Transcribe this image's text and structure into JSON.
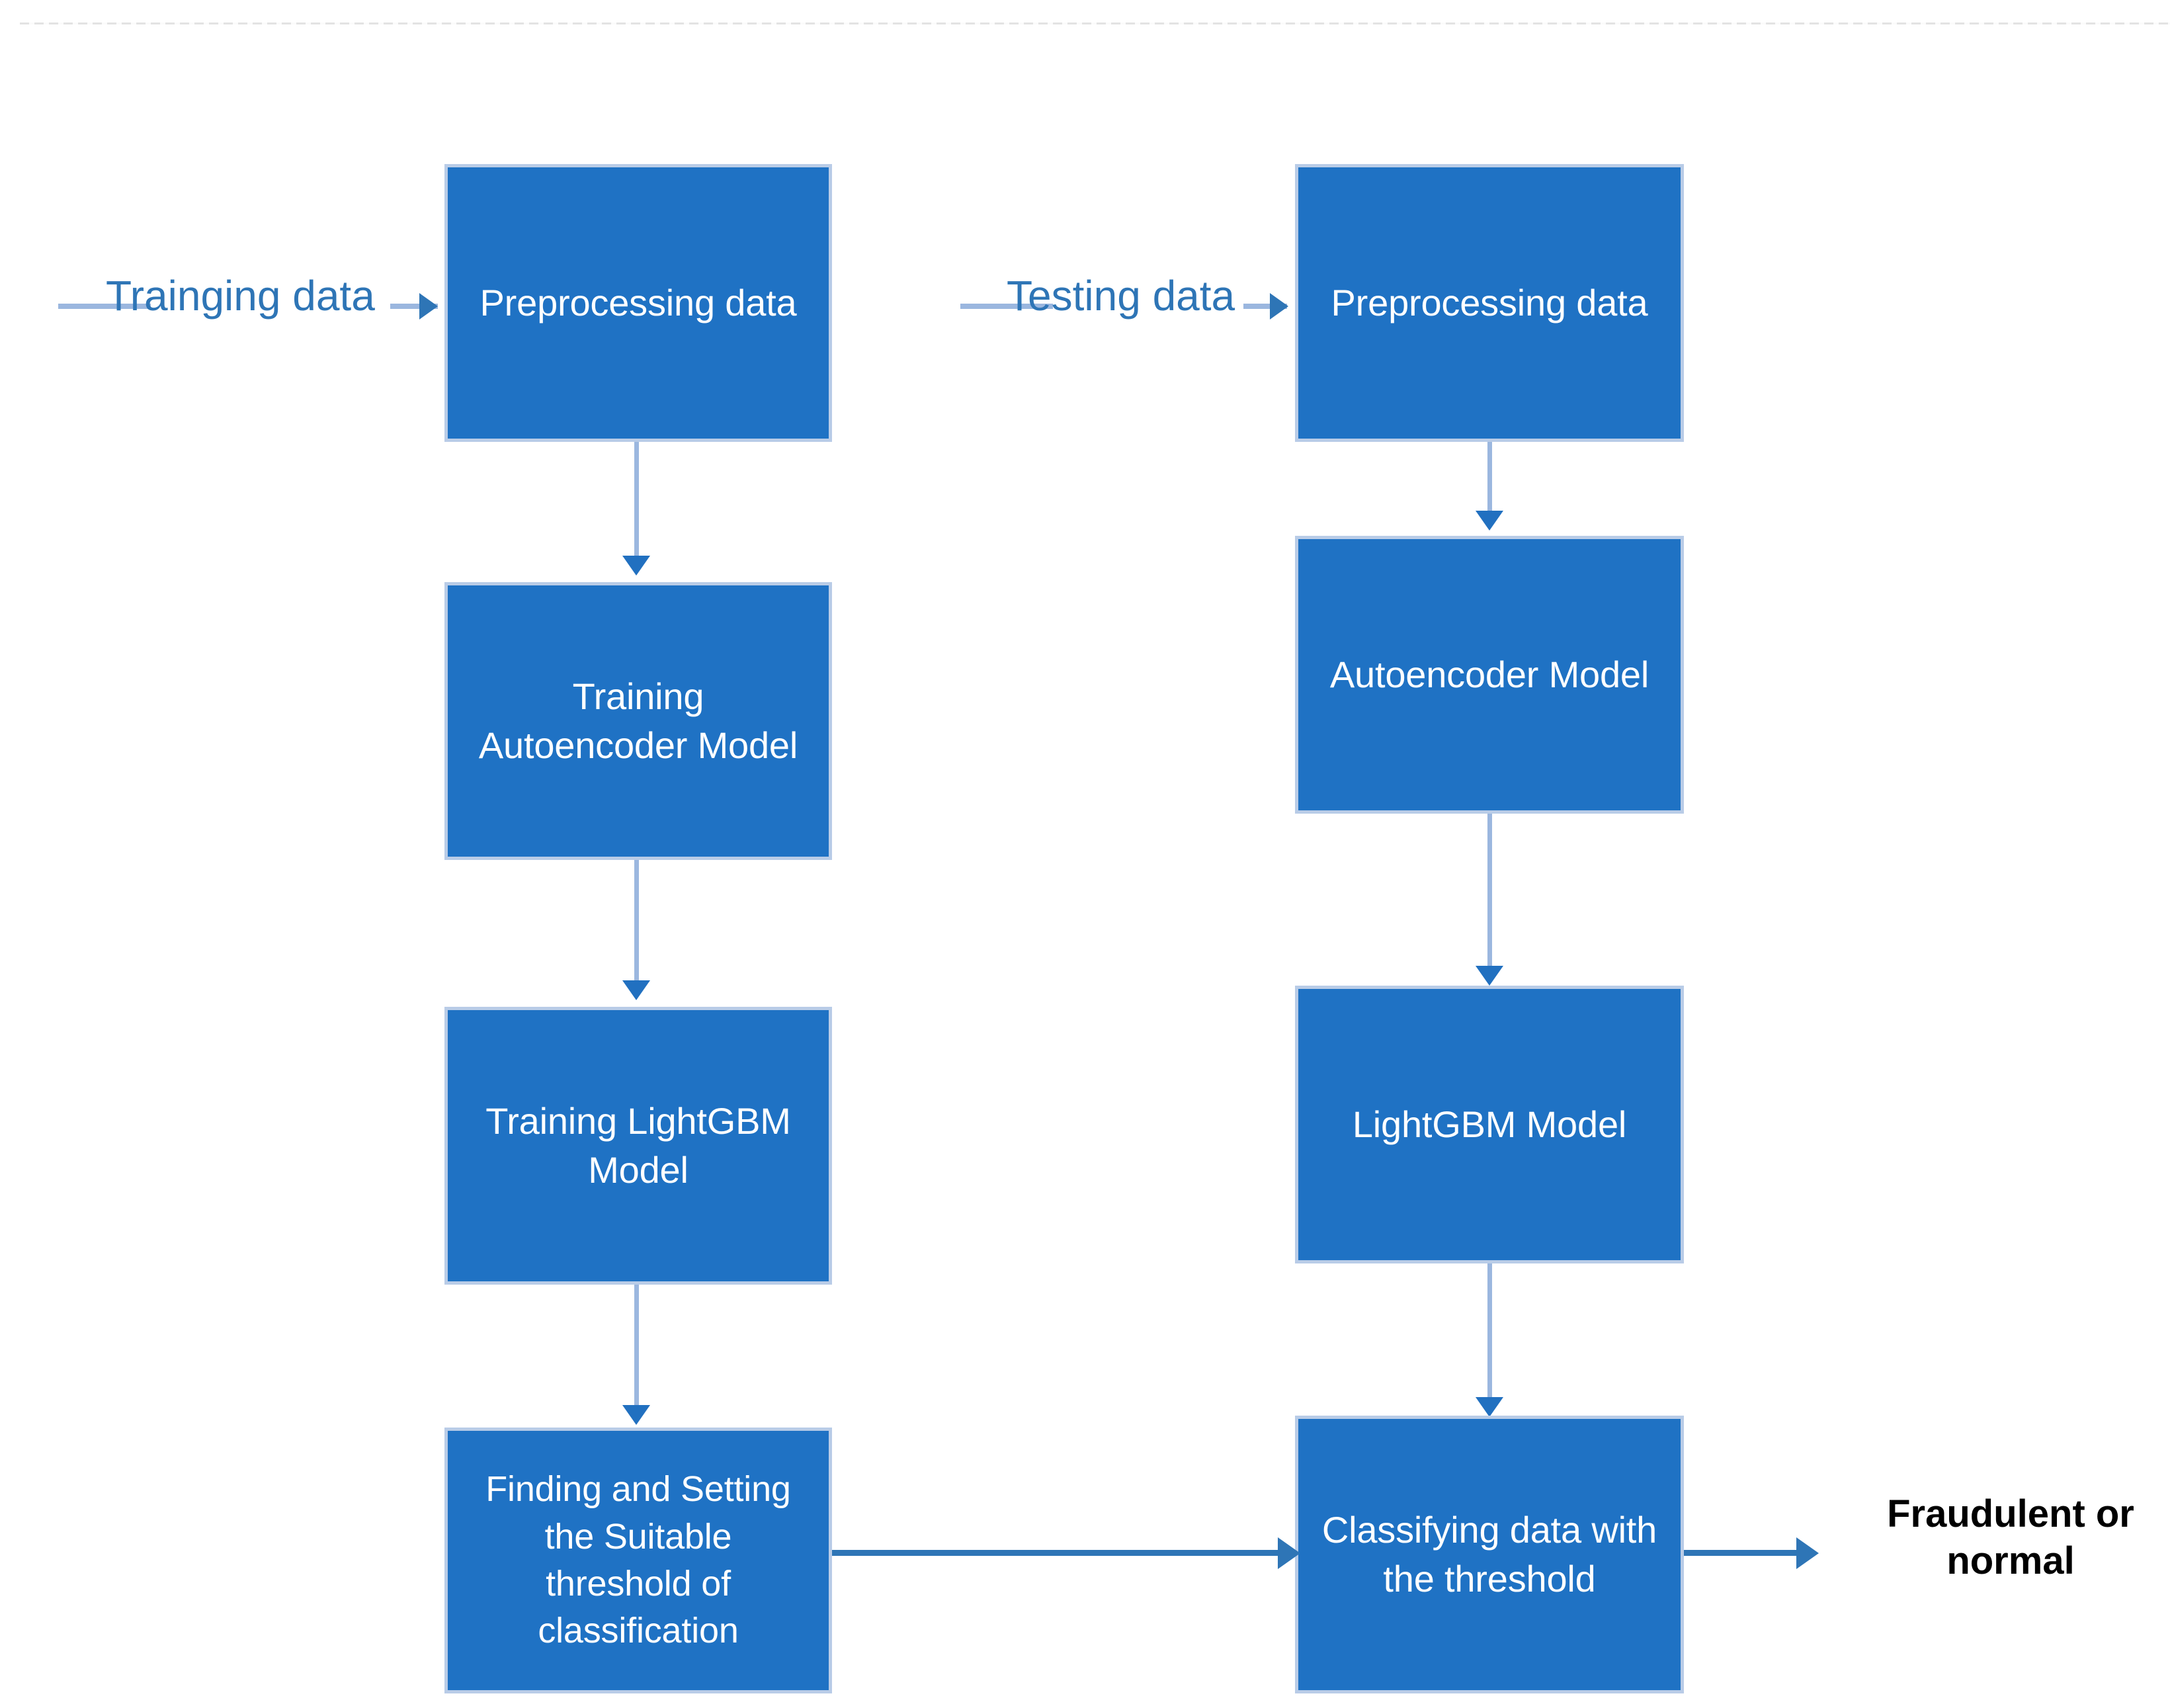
{
  "diagram": {
    "title": "Autoencoder + LightGBM fraud detection pipeline",
    "colors": {
      "box_fill": "#1F72C4",
      "box_border": "#B9CCE7",
      "box_text": "#FFFFFF",
      "arrow_light": "#9BB7DF",
      "arrow_dark": "#2E75B6",
      "label_text": "#2E75B6",
      "output_text": "#000000",
      "background": "#FFFFFF",
      "top_rule": "#E3E3E3"
    },
    "inputs": [
      {
        "id": "training-data",
        "label": "Trainging data"
      },
      {
        "id": "testing-data",
        "label": "Testing data"
      }
    ],
    "columns": [
      {
        "id": "training-column",
        "nodes": [
          {
            "id": "train-preprocessing",
            "label": "Preprocessing data"
          },
          {
            "id": "train-autoencoder",
            "label": "Training\nAutoencoder Model"
          },
          {
            "id": "train-lightgbm",
            "label": "Training LightGBM\nModel"
          },
          {
            "id": "train-threshold",
            "label": "Finding and Setting\nthe Suitable\nthreshold of\nclassification"
          }
        ]
      },
      {
        "id": "testing-column",
        "nodes": [
          {
            "id": "test-preprocessing",
            "label": "Preprocessing data"
          },
          {
            "id": "test-autoencoder",
            "label": "Autoencoder Model"
          },
          {
            "id": "test-lightgbm",
            "label": "LightGBM Model"
          },
          {
            "id": "test-classify",
            "label": "Classifying data with\nthe threshold"
          }
        ]
      }
    ],
    "output": {
      "id": "final-output",
      "label": "Fraudulent or\nnormal"
    }
  }
}
